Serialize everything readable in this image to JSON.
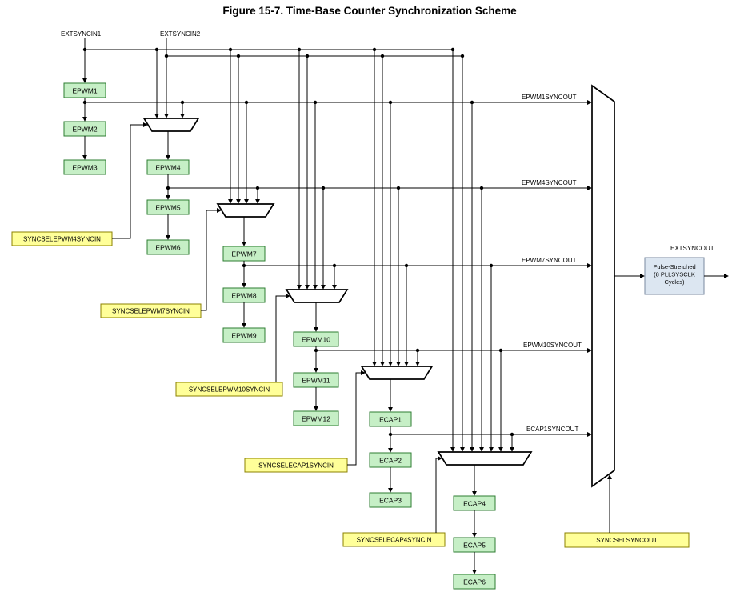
{
  "title": "Figure 15-7. Time-Base Counter Synchronization Scheme",
  "external_inputs": [
    "EXTSYNCIN1",
    "EXTSYNCIN2"
  ],
  "modules": [
    "EPWM1",
    "EPWM2",
    "EPWM3",
    "EPWM4",
    "EPWM5",
    "EPWM6",
    "EPWM7",
    "EPWM8",
    "EPWM9",
    "EPWM10",
    "EPWM11",
    "EPWM12",
    "ECAP1",
    "ECAP2",
    "ECAP3",
    "ECAP4",
    "ECAP5",
    "ECAP6"
  ],
  "sync_selects": [
    "SYNCSELEPWM4SYNCIN",
    "SYNCSELEPWM7SYNCIN",
    "SYNCSELEPWM10SYNCIN",
    "SYNCSELECAP1SYNCIN",
    "SYNCSELECAP4SYNCIN",
    "SYNCSELSYNCOUT"
  ],
  "sync_outputs": [
    "EPWM1SYNCOUT",
    "EPWM4SYNCOUT",
    "EPWM7SYNCOUT",
    "EPWM10SYNCOUT",
    "ECAP1SYNCOUT"
  ],
  "output": {
    "label": "EXTSYNCOUT",
    "pulse_stretch": [
      "Pulse-Stretched",
      "(8 PLLSYSCLK",
      "Cycles)"
    ]
  },
  "colors": {
    "module_fill": "#c6efc6",
    "module_border": "#2e7d32",
    "select_fill": "#ffff99",
    "select_border": "#8b8000",
    "pulse_fill": "#dce6f1",
    "pulse_border": "#7a8aa0",
    "wire": "#000000"
  }
}
